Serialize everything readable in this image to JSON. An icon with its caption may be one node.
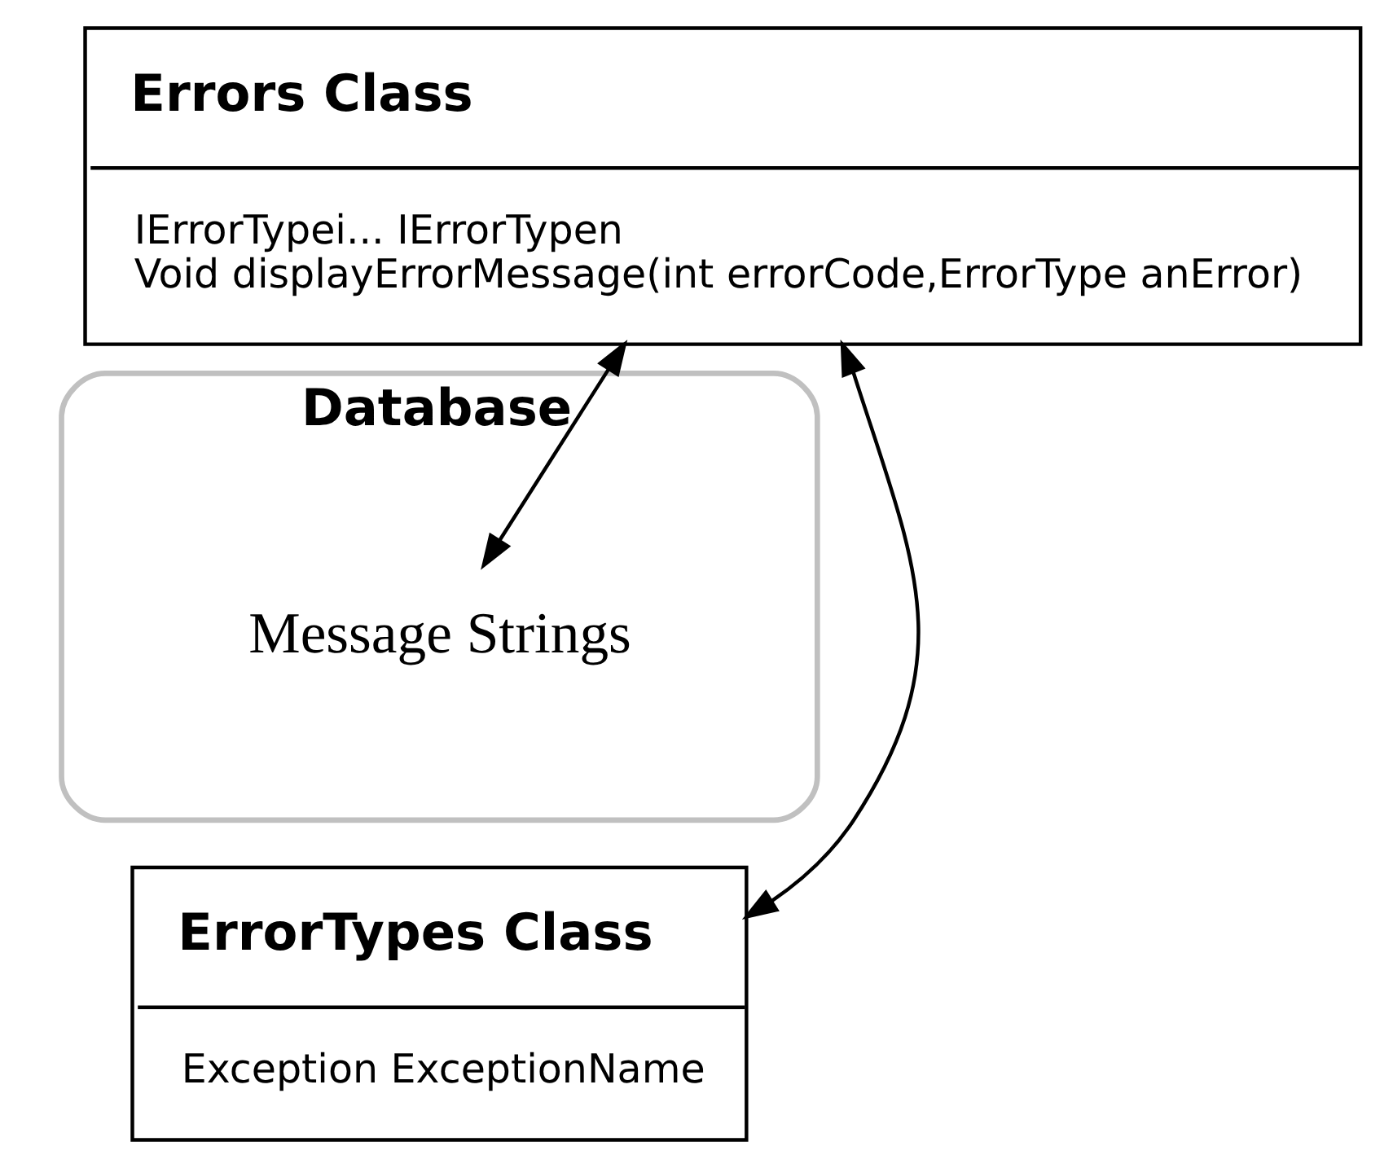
{
  "diagram": {
    "nodes": [
      {
        "text": [
          "Errors Class",
          "IErrorTypei... IErrorTypen",
          "Void displayErrorMessage(int errorCode,ErrorType anError)"
        ]
      },
      {
        "text": [
          "Database"
        ]
      },
      {
        "text": [
          "Message Strings"
        ],
        "in": 1
      },
      {
        "text": [
          "ErrorTypes Class",
          "Exception ExceptionName"
        ]
      }
    ],
    "edges": [
      {
        "from": 0,
        "to": 2,
        "arrow": "both"
      },
      {
        "from": 0,
        "to": 3,
        "arrow": "both"
      }
    ]
  }
}
